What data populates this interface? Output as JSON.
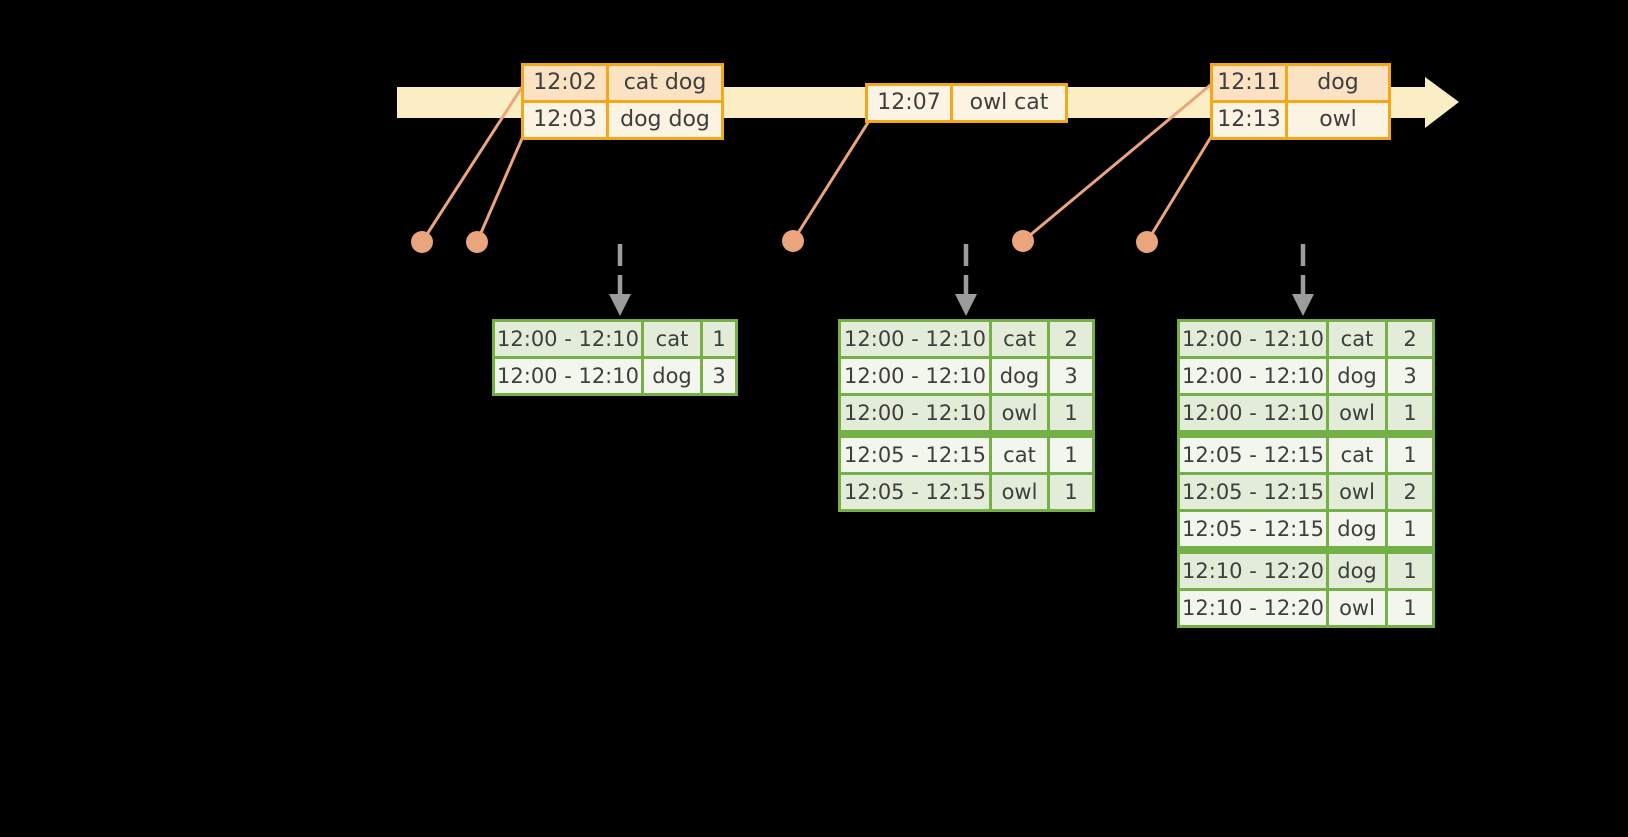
{
  "colors": {
    "background": "#000000",
    "timeline_fill": "#FBEEC5",
    "event_border": "#F2A818",
    "event_row_peach": "#FAE2C3",
    "event_row_cream": "#FDF3E2",
    "dot": "#EBA57C",
    "connector": "#EBA57C",
    "trigger_arrow": "#9C9C9C",
    "result_border": "#74AF47",
    "result_row_green": "#E3ECD8",
    "result_row_white": "#F2F6ED",
    "text": "#3E3E3E"
  },
  "event_tables": [
    {
      "rows": [
        {
          "time": "12:02",
          "words": "cat dog"
        },
        {
          "time": "12:03",
          "words": "dog dog"
        }
      ]
    },
    {
      "rows": [
        {
          "time": "12:07",
          "words": "owl cat"
        }
      ]
    },
    {
      "rows": [
        {
          "time": "12:11",
          "words": "dog"
        },
        {
          "time": "12:13",
          "words": "owl"
        }
      ]
    }
  ],
  "result_tables": [
    {
      "rows": [
        {
          "window": "12:00 - 12:10",
          "word": "cat",
          "count": "1"
        },
        {
          "window": "12:00 - 12:10",
          "word": "dog",
          "count": "3"
        }
      ]
    },
    {
      "rows": [
        {
          "window": "12:00 - 12:10",
          "word": "cat",
          "count": "2"
        },
        {
          "window": "12:00 - 12:10",
          "word": "dog",
          "count": "3"
        },
        {
          "window": "12:00 - 12:10",
          "word": "owl",
          "count": "1"
        },
        {
          "window": "12:05 - 12:15",
          "word": "cat",
          "count": "1"
        },
        {
          "window": "12:05 - 12:15",
          "word": "owl",
          "count": "1"
        }
      ]
    },
    {
      "rows": [
        {
          "window": "12:00 - 12:10",
          "word": "cat",
          "count": "2"
        },
        {
          "window": "12:00 - 12:10",
          "word": "dog",
          "count": "3"
        },
        {
          "window": "12:00 - 12:10",
          "word": "owl",
          "count": "1"
        },
        {
          "window": "12:05 - 12:15",
          "word": "cat",
          "count": "1"
        },
        {
          "window": "12:05 - 12:15",
          "word": "owl",
          "count": "2"
        },
        {
          "window": "12:05 - 12:15",
          "word": "dog",
          "count": "1"
        },
        {
          "window": "12:10 - 12:20",
          "word": "dog",
          "count": "1"
        },
        {
          "window": "12:10 - 12:20",
          "word": "owl",
          "count": "1"
        }
      ]
    }
  ]
}
